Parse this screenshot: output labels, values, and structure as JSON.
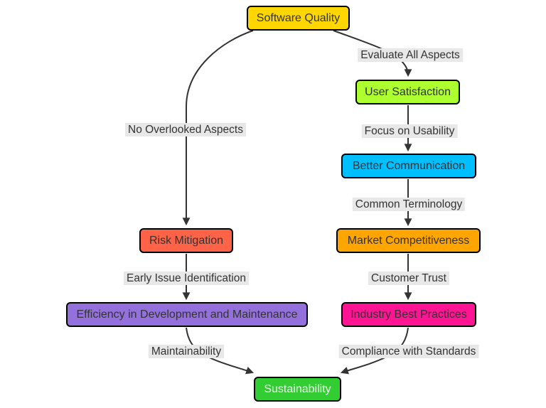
{
  "diagram": {
    "type": "flowchart",
    "direction": "top-down",
    "background": "#ffffff",
    "edge_color": "#333333",
    "node_border_color": "#000000",
    "edge_label_background": "#e8e8e8",
    "edge_label_text_color": "#333333",
    "nodes": [
      {
        "id": "software-quality",
        "label": "Software Quality",
        "fill": "#FFD700",
        "text_color": "#333333"
      },
      {
        "id": "user-satisfaction",
        "label": "User Satisfaction",
        "fill": "#ADFF2F",
        "text_color": "#333333"
      },
      {
        "id": "better-communication",
        "label": "Better Communication",
        "fill": "#00BFFF",
        "text_color": "#333333"
      },
      {
        "id": "market-competitiveness",
        "label": "Market Competitiveness",
        "fill": "#FFA500",
        "text_color": "#333333"
      },
      {
        "id": "industry-best-practices",
        "label": "Industry Best Practices",
        "fill": "#FF1493",
        "text_color": "#333333"
      },
      {
        "id": "risk-mitigation",
        "label": "Risk Mitigation",
        "fill": "#FF6347",
        "text_color": "#333333"
      },
      {
        "id": "efficiency-in-development-and-maintenance",
        "label": "Efficiency in Development and Maintenance",
        "fill": "#9370DB",
        "text_color": "#333333"
      },
      {
        "id": "sustainability",
        "label": "Sustainability",
        "fill": "#32CD32",
        "text_color": "#f2f2f2"
      }
    ],
    "edges": [
      {
        "from": "software-quality",
        "to": "risk-mitigation",
        "label": "No Overlooked Aspects"
      },
      {
        "from": "software-quality",
        "to": "user-satisfaction",
        "label": "Evaluate All Aspects"
      },
      {
        "from": "user-satisfaction",
        "to": "better-communication",
        "label": "Focus on Usability"
      },
      {
        "from": "better-communication",
        "to": "market-competitiveness",
        "label": "Common Terminology"
      },
      {
        "from": "market-competitiveness",
        "to": "industry-best-practices",
        "label": "Customer Trust"
      },
      {
        "from": "industry-best-practices",
        "to": "sustainability",
        "label": "Compliance with Standards"
      },
      {
        "from": "risk-mitigation",
        "to": "efficiency-in-development-and-maintenance",
        "label": "Early Issue Identification"
      },
      {
        "from": "efficiency-in-development-and-maintenance",
        "to": "sustainability",
        "label": "Maintainability"
      }
    ]
  }
}
